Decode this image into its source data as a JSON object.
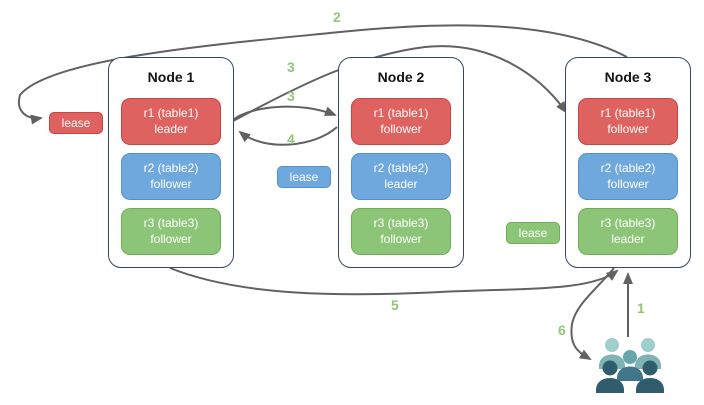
{
  "diagram": {
    "title": "range lease / replica leader-follower diagram",
    "nodes": [
      {
        "title": "Node 1",
        "replicas": [
          {
            "label": "r1 (table1)",
            "role": "leader",
            "color": "#de6360"
          },
          {
            "label": "r2 (table2)",
            "role": "follower",
            "color": "#6fa8dc"
          },
          {
            "label": "r3 (table3)",
            "role": "follower",
            "color": "#8dc578"
          }
        ]
      },
      {
        "title": "Node 2",
        "replicas": [
          {
            "label": "r1 (table1)",
            "role": "follower",
            "color": "#de6360"
          },
          {
            "label": "r2 (table2)",
            "role": "leader",
            "color": "#6fa8dc"
          },
          {
            "label": "r3 (table3)",
            "role": "follower",
            "color": "#8dc578"
          }
        ]
      },
      {
        "title": "Node 3",
        "replicas": [
          {
            "label": "r1 (table1)",
            "role": "follower",
            "color": "#de6360"
          },
          {
            "label": "r2 (table2)",
            "role": "follower",
            "color": "#6fa8dc"
          },
          {
            "label": "r3 (table3)",
            "role": "leader",
            "color": "#8dc578"
          }
        ]
      }
    ],
    "leases": [
      {
        "label": "lease",
        "color": "#de6360",
        "attached_to": "node1-r1-leader"
      },
      {
        "label": "lease",
        "color": "#6fa8dc",
        "attached_to": "node2-r2-leader"
      },
      {
        "label": "lease",
        "color": "#8dc578",
        "attached_to": "node3-r3-leader"
      }
    ],
    "steps": {
      "step1": "1",
      "step2": "2",
      "step3a": "3",
      "step3b": "3",
      "step4": "4",
      "step5": "5",
      "step6": "6"
    },
    "edges": [
      {
        "step": "1",
        "from": "users",
        "to": "node3-r3-leader"
      },
      {
        "step": "2",
        "from": "node3-top",
        "to": "lease-red-left"
      },
      {
        "step": "3",
        "from": "node1-r1-leader",
        "to": "node3-r1-follower"
      },
      {
        "step": "3",
        "from": "node1-r1-leader",
        "to": "node2-r1-follower"
      },
      {
        "step": "4",
        "from": "node2-r1-follower",
        "to": "node1-r1-leader"
      },
      {
        "step": "5",
        "from": "node1-bottom",
        "to": "node3-bottom"
      },
      {
        "step": "6",
        "from": "node3-bottom",
        "to": "users"
      }
    ],
    "colors": {
      "red_fill": "#de6360",
      "red_border": "#c74641",
      "blue_fill": "#6fa8dc",
      "blue_border": "#5291ce",
      "green_fill": "#8dc578",
      "green_border": "#6ead55",
      "node_border": "#34476b",
      "arrow": "#616161",
      "step_label": "#93c47d",
      "users_light": "#9ecfcd",
      "users_mid": "#66a6ab",
      "users_mid_body": "#41758a",
      "users_dark": "#2f5d6d"
    }
  }
}
